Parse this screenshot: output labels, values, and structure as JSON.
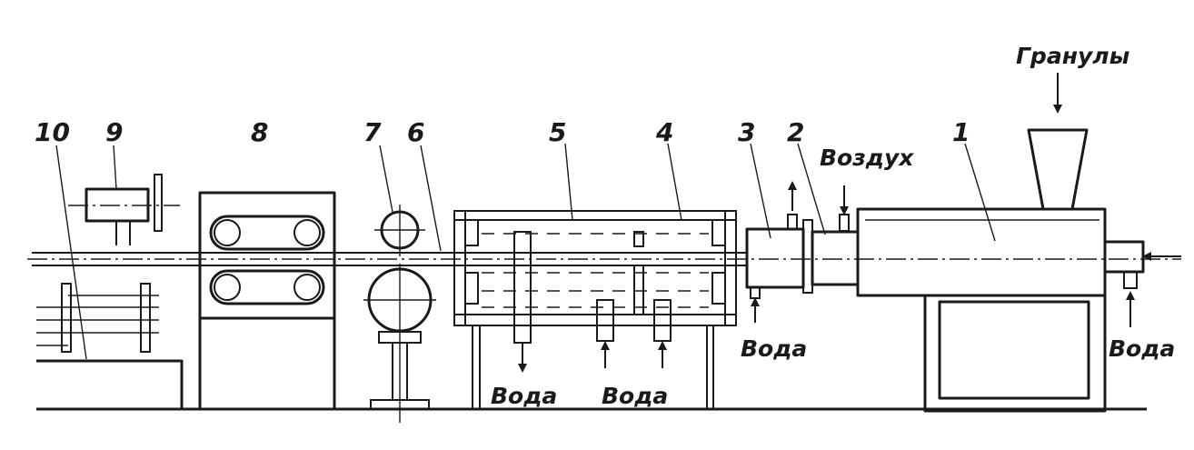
{
  "labels": {
    "n1": "1",
    "n2": "2",
    "n3": "3",
    "n4": "4",
    "n5": "5",
    "n6": "6",
    "n7": "7",
    "n8": "8",
    "n9": "9",
    "n10": "10"
  },
  "captions": {
    "granules": "Гранулы",
    "air": "Воздух",
    "water_extruder": "Вода",
    "water_head": "Вода",
    "water_bath_out": "Вода",
    "water_bath_in": "Вода"
  },
  "colors": {
    "ink": "#1a1a1a",
    "paper": "#ffffff"
  }
}
